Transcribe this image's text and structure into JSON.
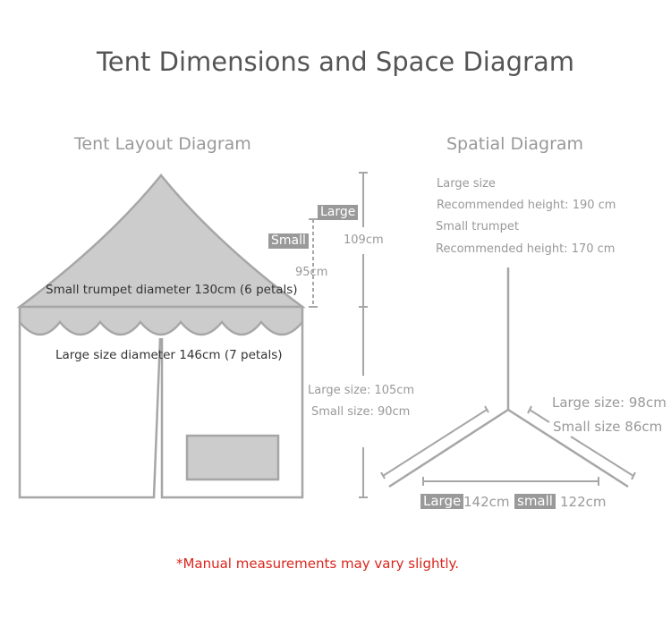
{
  "title": "Tent Dimensions and Space Diagram",
  "layout_diagram": {
    "heading": "Tent Layout Diagram",
    "small_diameter": "Small trumpet diameter 130cm (6 petals)",
    "large_diameter": "Large size diameter 146cm (7 petals)",
    "tag_large": "Large",
    "tag_small": "Small",
    "roof_large": "109cm",
    "roof_small": "95cm",
    "wall_large": "Large size: 105cm",
    "wall_small": "Small size: 90cm"
  },
  "spatial_diagram": {
    "heading": "Spatial Diagram",
    "large_label": "Large size",
    "large_height": "Recommended  height: 190 cm",
    "small_label": "Small trumpet",
    "small_height": "Recommended height: 170 cm",
    "side_large": "Large size: 98cm",
    "side_small": "Small size 86cm",
    "base_tag_large": "Large",
    "base_large": "142cm",
    "base_tag_small": "small",
    "base_small": "122cm"
  },
  "note": "*Manual measurements may vary slightly.",
  "colors": {
    "fill": "#cccccc",
    "stroke": "#a6a6a6",
    "note": "#d9261c"
  }
}
